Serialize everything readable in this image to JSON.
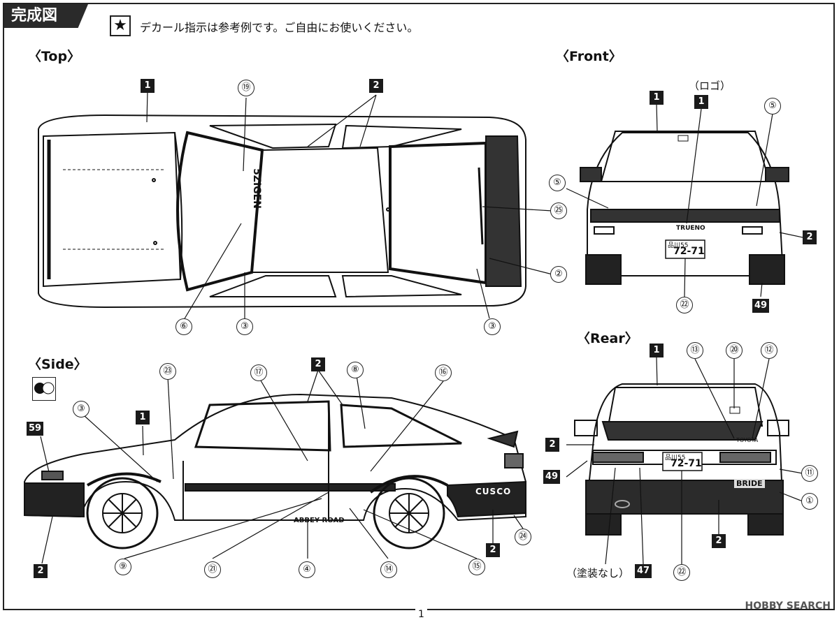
{
  "header": {
    "title": "完成図",
    "note": "デカール指示は参考例です。ご自由にお使いください。",
    "star_icon": "star-icon"
  },
  "sections": {
    "top": "〈Top〉",
    "front": "〈Front〉",
    "rear": "〈Rear〉",
    "side": "〈Side〉"
  },
  "labels": {
    "logo": "（ロゴ）",
    "no_paint": "（塗装なし）",
    "trueno": "TRUENO",
    "plate_top": "品川55",
    "plate_num": "72-71",
    "cusco": "CUSCO",
    "abbey_road": "ABBEY ROAD",
    "zigen": "5ZIGEN",
    "bride": "BRIDE",
    "toyota": "TOYOTA"
  },
  "decals": {
    "n1": "1",
    "n2": "2",
    "n47": "47",
    "n49": "49",
    "n59": "59",
    "c1": "①",
    "c2": "②",
    "c3": "③",
    "c4": "④",
    "c5": "⑤",
    "c6": "⑥",
    "c8": "⑧",
    "c9": "⑨",
    "c11": "⑪",
    "c12": "⑫",
    "c13": "⑬",
    "c14": "⑭",
    "c15": "⑮",
    "c16": "⑯",
    "c17": "⑰",
    "c19": "⑲",
    "c20": "⑳",
    "c21": "㉑",
    "c22": "㉒",
    "c23": "㉓",
    "c24": "㉔",
    "c25": "㉕"
  },
  "footer": {
    "page": "1",
    "watermark": "HOBBY SEARCH"
  }
}
